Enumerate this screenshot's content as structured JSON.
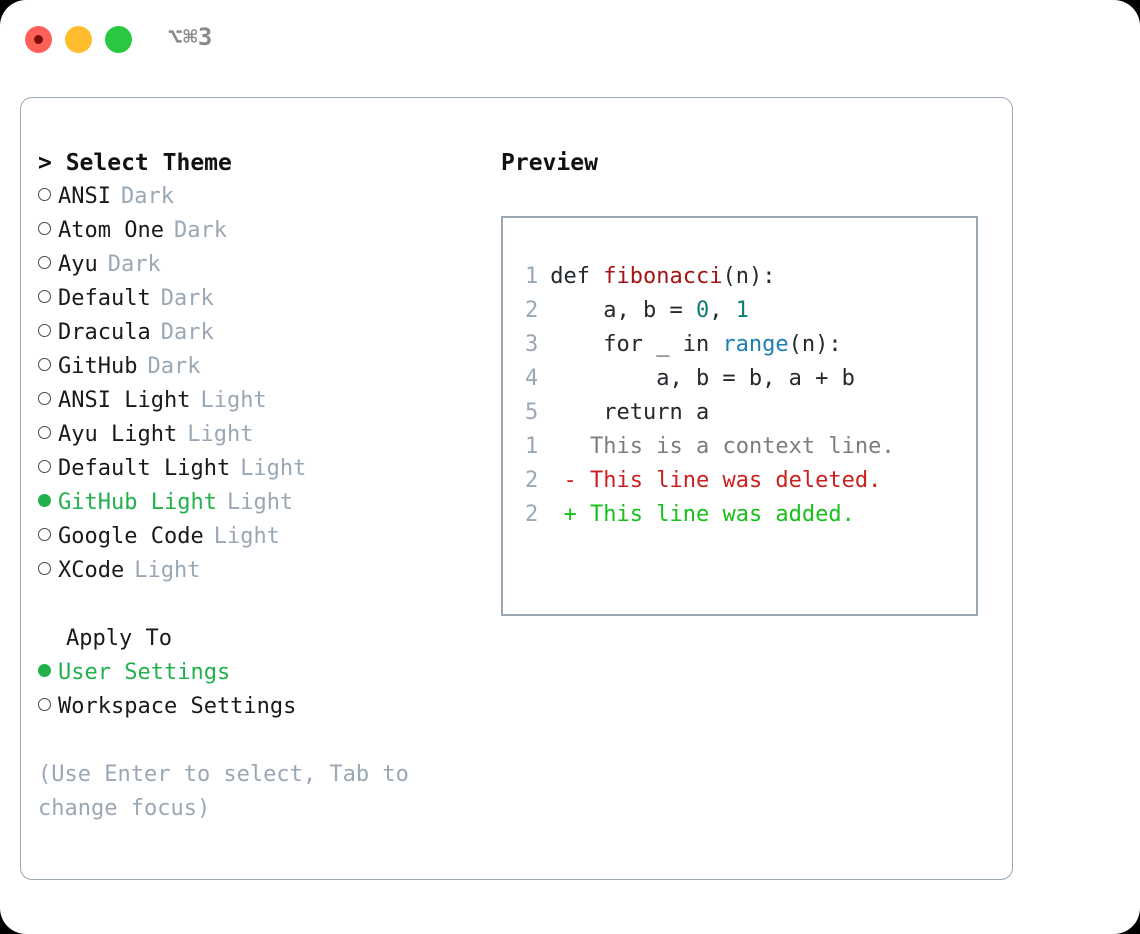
{
  "titlebar": {
    "shortcut": "⌥⌘3",
    "buttons": [
      {
        "name": "close",
        "color": "#ff6058"
      },
      {
        "name": "minimize",
        "color": "#ffbd2e"
      },
      {
        "name": "maximize",
        "color": "#28c840"
      }
    ]
  },
  "theme_panel": {
    "heading": "> Select Theme",
    "items": [
      {
        "label": "ANSI",
        "tag": "Dark",
        "selected": false
      },
      {
        "label": "Atom One",
        "tag": "Dark",
        "selected": false
      },
      {
        "label": "Ayu",
        "tag": "Dark",
        "selected": false
      },
      {
        "label": "Default",
        "tag": "Dark",
        "selected": false
      },
      {
        "label": "Dracula",
        "tag": "Dark",
        "selected": false
      },
      {
        "label": "GitHub",
        "tag": "Dark",
        "selected": false
      },
      {
        "label": "ANSI Light",
        "tag": "Light",
        "selected": false
      },
      {
        "label": "Ayu Light",
        "tag": "Light",
        "selected": false
      },
      {
        "label": "Default Light",
        "tag": "Light",
        "selected": false
      },
      {
        "label": "GitHub Light",
        "tag": "Light",
        "selected": true
      },
      {
        "label": "Google Code",
        "tag": "Light",
        "selected": false
      },
      {
        "label": "XCode",
        "tag": "Light",
        "selected": false
      }
    ]
  },
  "apply_to": {
    "heading": "Apply To",
    "items": [
      {
        "label": "User Settings",
        "selected": true
      },
      {
        "label": "Workspace Settings",
        "selected": false
      }
    ]
  },
  "hint": "(Use Enter to select, Tab to change focus)",
  "preview": {
    "heading": "Preview",
    "code_lines": [
      {
        "n": "1",
        "tokens": [
          {
            "t": "def ",
            "k": "plain"
          },
          {
            "t": "fibonacci",
            "k": "func"
          },
          {
            "t": "(n):",
            "k": "plain"
          }
        ]
      },
      {
        "n": "2",
        "tokens": [
          {
            "t": "    a, b = ",
            "k": "plain"
          },
          {
            "t": "0",
            "k": "num"
          },
          {
            "t": ", ",
            "k": "plain"
          },
          {
            "t": "1",
            "k": "num"
          }
        ]
      },
      {
        "n": "3",
        "tokens": [
          {
            "t": "    for _ in ",
            "k": "plain"
          },
          {
            "t": "range",
            "k": "builtin"
          },
          {
            "t": "(n):",
            "k": "plain"
          }
        ]
      },
      {
        "n": "4",
        "tokens": [
          {
            "t": "        a, b = b, a + b",
            "k": "plain"
          }
        ]
      },
      {
        "n": "5",
        "tokens": [
          {
            "t": "    return a",
            "k": "plain"
          }
        ]
      }
    ],
    "diff_lines": [
      {
        "n": "1",
        "marker": " ",
        "text": "This is a context line.",
        "kind": "ctx"
      },
      {
        "n": "2",
        "marker": "-",
        "text": "This line was deleted.",
        "kind": "del"
      },
      {
        "n": "2",
        "marker": "+",
        "text": "This line was added.",
        "kind": "add"
      }
    ]
  },
  "colors": {
    "accent_green": "#22b14c",
    "muted": "#9aa7b5",
    "border": "#9aa7b5",
    "code_func": "#a31515",
    "code_num": "#0f7b75",
    "code_builtin": "#1d7fb3",
    "diff_del": "#c9211e",
    "diff_add": "#17c01a"
  }
}
